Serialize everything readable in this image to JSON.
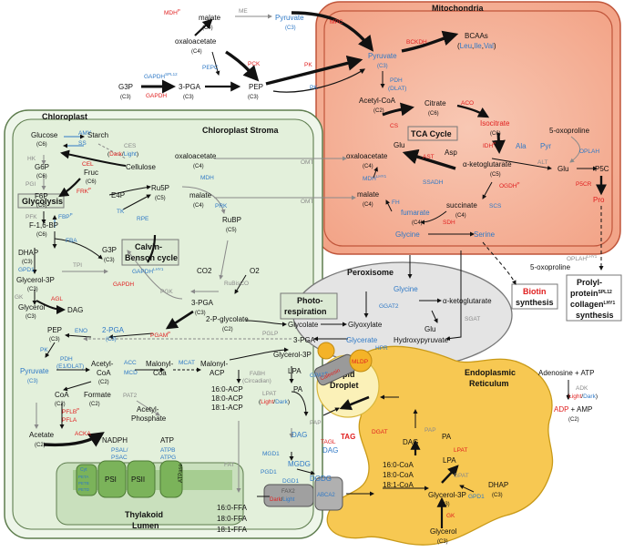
{
  "colors": {
    "metabolite": "#111111",
    "blue_enzyme": "#2f79c6",
    "red_enzyme": "#e02020",
    "gray_enzyme": "#8a8a8a",
    "chloroplast_fill": "#e6f2e0",
    "mitochondria_fill": "#f5b197",
    "peroxisome_fill": "#e2e2e2",
    "er_fill": "#f7c852",
    "thylakoid_fill": "#c9e0bd",
    "photosystem_fill": "#7bb35a"
  },
  "compartments": {
    "chloroplast": "Chloroplast",
    "stroma": "Chloroplast Stroma",
    "mitochondria": "Mitochondria",
    "peroxisome": "Peroxisome",
    "er_1": "Endoplasmic",
    "er_2": "Reticulum",
    "lipid_droplet_1": "Lipid",
    "lipid_droplet_2": "Droplet",
    "thylakoid_1": "Thylakoid",
    "thylakoid_2": "Lumen"
  },
  "boxes": {
    "glycolysis": "Glycolysis",
    "calvin_1": "Calvin-",
    "calvin_2": "Benson cycle",
    "photoresp_1": "Photo-",
    "photoresp_2": "respiration",
    "tca": "TCA Cycle",
    "biotin_1": "Biotin",
    "biotin_2": "synthesis",
    "prolyl_1": "Prolyl-",
    "prolyl_2": "protein",
    "prolyl_2_sup": "SPL12",
    "prolyl_3": "collagen",
    "prolyl_3_sup": "LHY1",
    "prolyl_4": "synthesis"
  },
  "metabolites": {
    "malate_top": "malate",
    "malate_top_c": "(C4)",
    "oaa_top": "oxaloacetate",
    "oaa_top_c": "(C4)",
    "pyruvate_top": "Pyruvate",
    "pyruvate_top_c": "(C3)",
    "g3p_top": "G3P",
    "g3p_top_c": "(C3)",
    "pga_top": "3-PGA",
    "pga_top_c": "(C3)",
    "pep_top": "PEP",
    "pep_top_c": "(C3)",
    "bcaas": "BCAAs",
    "bcaa_open": "(",
    "leu": "Leu",
    "ile": "Ile",
    "val": "Val",
    "bcaa_comma": ",",
    "bcaa_close": ")",
    "pyruvate_mito": "Pyruvate",
    "pyruvate_mito_c": "(C3)",
    "acetylcoa_mito": "Acetyl-CoA",
    "acetylcoa_mito_c": "(C2)",
    "citrate": "Citrate",
    "citrate_c": "(C6)",
    "isocitrate": "Isocitrate",
    "isocitrate_c": "(C6)",
    "akg_mito": "α-ketoglutarate",
    "akg_mito_c": "(C5)",
    "succinate": "succinate",
    "succinate_c": "(C4)",
    "fumarate": "fumarate",
    "fumarate_c": "(C4)",
    "malate_mito": "malate",
    "malate_mito_c": "(C4)",
    "oaa_mito": "oxaloacetate",
    "oaa_mito_c": "(C4)",
    "glu_mito": "Glu",
    "asp": "Asp",
    "ala": "Ala",
    "pyr": "Pyr",
    "oxoproline_top": "5-oxoproline",
    "glu_right": "Glu",
    "p5c": "P5C",
    "pro": "Pro",
    "glycine_mito": "Glycine",
    "serine_mito": "Serine",
    "oxoproline_bottom": "5-oxoproline",
    "glucose": "Glucose",
    "glucose_c": "(C6)",
    "starch": "Starch",
    "cellulose": "Cellulose",
    "g6p": "G6P",
    "g6p_c": "(C6)",
    "fruc": "Fruc",
    "fruc_c": "(C6)",
    "f6p": "F6P",
    "f6p_c": "(C6)",
    "e4p": "E4P",
    "ru5p": "Ru5P",
    "ru5p_c": "(C5)",
    "f16bp": "F-1,6-BP",
    "f16bp_c": "(C6)",
    "dhap": "DHAP",
    "dhap_c": "(C3)",
    "g3p_chl": "G3P",
    "g3p_chl_c": "(C3)",
    "rubp": "RuBP",
    "rubp_c": "(C5)",
    "glycerol3p_chl": "Glycerol-3P",
    "glycerol3p_chl_c": "(C3)",
    "glycerol_chl": "Glycerol",
    "glycerol_chl_c": "(C3)",
    "dag_chl": "DAG",
    "co2": "CO2",
    "o2": "O2",
    "pga_chl": "3-PGA",
    "pga_chl_c": "(C3)",
    "pep_chl": "PEP",
    "pep_chl_c": "(C3)",
    "twopga": "2-PGA",
    "twopga_c": "(C3)",
    "twopglyc": "2-P-glycolate",
    "twopglyc_c": "(C2)",
    "oaa_chl": "oxaloacetate",
    "oaa_chl_c": "(C4)",
    "malate_chl": "malate",
    "malate_chl_c": "(C4)",
    "pyruvate_chl": "Pyruvate",
    "pyruvate_chl_c": "(C3)",
    "acetylcoa_chl_1": "Acetyl-",
    "acetylcoa_chl_2": "CoA",
    "acetylcoa_chl_c": "(C2)",
    "malonylcoa_1": "Malonyl-",
    "malonylcoa_2": "Coa",
    "malonylacp_1": "Malonyl-",
    "malonylacp_2": "ACP",
    "coa": "CoA",
    "coa_c": "(C2)",
    "formate": "Formate",
    "formate_c": "(C2)",
    "acetylp_1": "Acetyl-",
    "acetylp_2": "Phosphate",
    "acetate": "Acetate",
    "acetate_c": "(C2)",
    "nadph": "NADPH",
    "atp_chl": "ATP",
    "glycerol3p_mid": "Glycerol-3P",
    "acp160": "16:0-ACP",
    "acp180": "18:0-ACP",
    "acp181": "18:1-ACP",
    "lpa_chl": "LPA",
    "pa_chl": "PA",
    "dag_blue": "DAG",
    "mgdg": "MGDG",
    "dgdg": "DGDG",
    "ffa160": "16:0-FFA",
    "ffa180": "18:0-FFA",
    "ffa181": "18:1-FFA",
    "glycolate": "Glycolate",
    "glyoxylate": "Glyoxylate",
    "glycine_perox": "Glycine",
    "akg_perox": "α-ketoglutarate",
    "glu_perox": "Glu",
    "glycerate": "Glycerate",
    "hydroxypyruvate": "Hydroxypyruvate",
    "pga_perox": "3-PGA",
    "adenosine_atp": "Adenosine + ATP",
    "adp_amp_plus": "+ AMP",
    "adp_c": "(C2)",
    "tag": "TAG",
    "dag_ld": "DAG",
    "dag_er": "DAG",
    "pa_er": "PA",
    "lpa_er": "LPA",
    "coa160": "16:0-CoA",
    "coa180": "18:0-CoA",
    "coa181": "18:1-CoA",
    "glycerol3p_er": "Glycerol-3P",
    "glycerol3p_er_c": "(C3)",
    "dhap_er": "DHAP",
    "dhap_er_c": "(C3)",
    "glycerol_er": "Glycerol",
    "glycerol_er_c": "(C3)"
  },
  "enzymes": {
    "mdh_top": "MDH",
    "mdh_top_sup": "P",
    "me": "ME",
    "pck": "PCK",
    "pepc": "PEPC",
    "gapdh_spl12": "GAPDH",
    "gapdh_spl12_sup": "SPL12",
    "gapdh_top": "GAPDH",
    "pk_red": "PK",
    "pk_blue": "PK",
    "mpc": "MPC",
    "bckdh": "BCKDH",
    "pdh_mito": "PDH",
    "dlat_mito": "(DLAT)",
    "cs": "CS",
    "aco": "ACO",
    "idh": "IDH",
    "idh_sup": "P",
    "ogdh": "OGDH",
    "ogdh_sup": "P",
    "scs": "SCS",
    "sdh": "SDH",
    "fh": "FH",
    "mdh_mito": "MDH",
    "mdh_mito_sup": "LHY1",
    "ast": "AST",
    "ssadh": "SSADH",
    "alt": "ALT",
    "oplah_top": "OPLAH",
    "pscr": "P5CR",
    "oplah_bottom": "OPLAH",
    "oplah_bottom_sup": "LHY1",
    "omt_1": "OMT",
    "omt_2": "OMT",
    "amy": "AMY",
    "ss": "SS",
    "ces": "CES",
    "ces_dark": "Dark",
    "ces_slash": "/",
    "ces_light": "Light",
    "cel": "CEL",
    "hk": "HK",
    "pgi": "PGI",
    "frk": "FRK",
    "frk_sup": "P",
    "pfk": "PFK",
    "fbp": "FBP",
    "fbp_sup": "P",
    "tk": "TK",
    "rpe": "RPE",
    "fba": "FBA",
    "tpi": "TPI",
    "prk": "PRK",
    "mdh_chl": "MDH",
    "gpd1_chl": "GPD1",
    "gapdh_lhy1": "GAPDH",
    "gapdh_lhy1_sup": "LHY1",
    "gapdh_chl": "GAPDH",
    "gk_chl": "GK",
    "agl": "AGL",
    "pgk": "PGK",
    "rubisco": "RuBisCO",
    "pgam": "PGAM",
    "pgam_sup": "P",
    "eno": "ENO",
    "pglp": "PGLP",
    "pk_chl": "PK",
    "pdh_chl": "PDH",
    "ei_dlat": "(E1/DLAT)",
    "acc": "ACC",
    "mcd": "MCD",
    "mcat": "MCAT",
    "pflb": "PFLB",
    "pflb_sup": "P",
    "pfla": "PFLA",
    "pat2": "PAT2",
    "acka": "ACKA",
    "psal": "PSAL/",
    "psac": "PSAC",
    "atpb": "ATPB",
    "atpg": "ATPG",
    "fabh": "FABH",
    "fabh_circ": "(Circadian)",
    "gpat_chl": "GPAT",
    "gpat_chl_sup": "P",
    "lpat_chl": "LPAT",
    "lpat_light": "Light",
    "lpat_slash": "/",
    "lpat_dark": "Dark",
    "pap_chl": "PAP",
    "mgd1": "MGD1",
    "pgd1": "PGD1",
    "dgd1": "DGD1",
    "fat": "FAT",
    "ggat2": "GGAT2",
    "hpr": "HPR",
    "sgat": "SGAT",
    "adk": "ADK",
    "adk_light": "Light",
    "adk_slash": "/",
    "adk_dark": "Dark",
    "adp": "ADP",
    "dgat": "DGAT",
    "tagl": "TAGL",
    "caleosin": "Caleosin",
    "mldp": "MLDP",
    "pap_er": "PAP",
    "lpat_er": "LPAT",
    "gpat_er": "GPAT",
    "gpd1_er": "GPD1",
    "gk_er": "GK",
    "fax2": "FAX2",
    "fax2_dark": "Dark",
    "fax2_slash": "/",
    "fax2_light": "Light",
    "abca2": "ABCA2",
    "psi": "PSI",
    "psii": "PSII",
    "atpase": "ATPase",
    "cyt_1": "Cyt",
    "cyt_2": "PETA",
    "cyt_3": "PETB",
    "cyt_4": "PETD"
  }
}
